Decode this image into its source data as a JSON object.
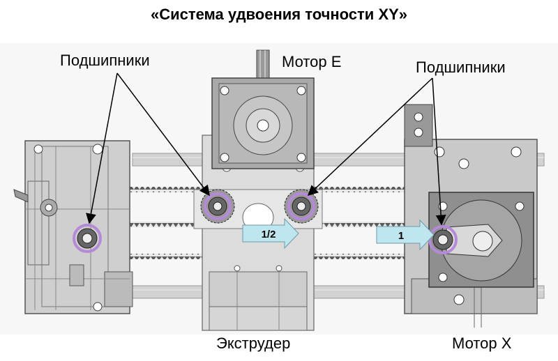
{
  "title": "«Система удвоения точности XY»",
  "labels": {
    "bearings_left": "Подшипники",
    "bearings_right": "Подшипники",
    "motor_e": "Мотор E",
    "extruder": "Экструдер",
    "motor_x": "Мотор X"
  },
  "arrows": {
    "half": "1/2",
    "one": "1"
  },
  "colors": {
    "bearing_highlight": "#b48ad8",
    "arrow_fill": "#bfe6ef",
    "frame_gray": "#8a8a8a",
    "rail": "#c8c8c8"
  }
}
